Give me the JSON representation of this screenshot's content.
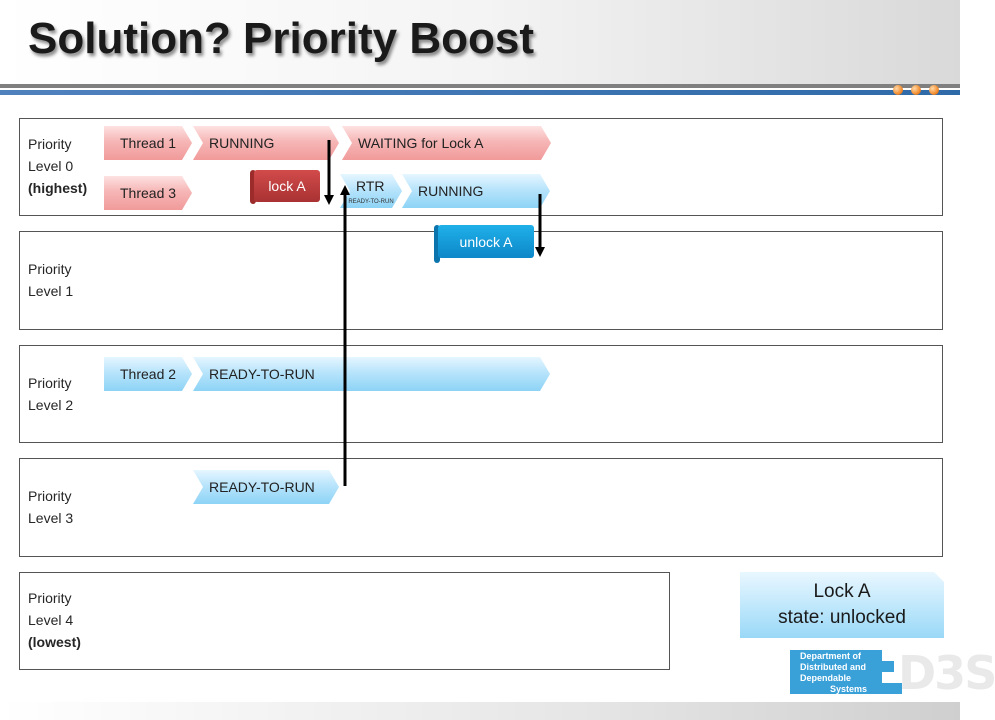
{
  "slide": {
    "title": "Solution? Priority Boost"
  },
  "levels": [
    {
      "line1": "Priority",
      "line2": "Level 0",
      "line3": "(highest)"
    },
    {
      "line1": "Priority",
      "line2": "Level 1",
      "line3": ""
    },
    {
      "line1": "Priority",
      "line2": "Level 2",
      "line3": ""
    },
    {
      "line1": "Priority",
      "line2": "Level 3",
      "line3": ""
    },
    {
      "line1": "Priority",
      "line2": "Level 4",
      "line3": "(lowest)"
    }
  ],
  "timeline": {
    "thread1": {
      "name": "Thread 1",
      "state1": "RUNNING",
      "state2": "WAITING for Lock A"
    },
    "thread3": {
      "name": "Thread 3",
      "rtr": "RTR",
      "rtr_sub": "READY-TO-RUN",
      "state": "RUNNING"
    },
    "thread2": {
      "name": "Thread 2",
      "state": "READY-TO-RUN"
    },
    "level3_state": "READY-TO-RUN",
    "lock_tag": "lock A",
    "unlock_tag": "unlock A"
  },
  "lock_state": {
    "line1": "Lock A",
    "line2": "state: unlocked"
  },
  "logo": {
    "line1": "Department of",
    "line2": "Distributed and",
    "line3": "Dependable",
    "line4": "Systems",
    "mark": "D3S"
  },
  "colors": {
    "tag_red": "#b83a3a",
    "tag_blue": "#1199d6",
    "rule_blue": "#4f81bd"
  }
}
